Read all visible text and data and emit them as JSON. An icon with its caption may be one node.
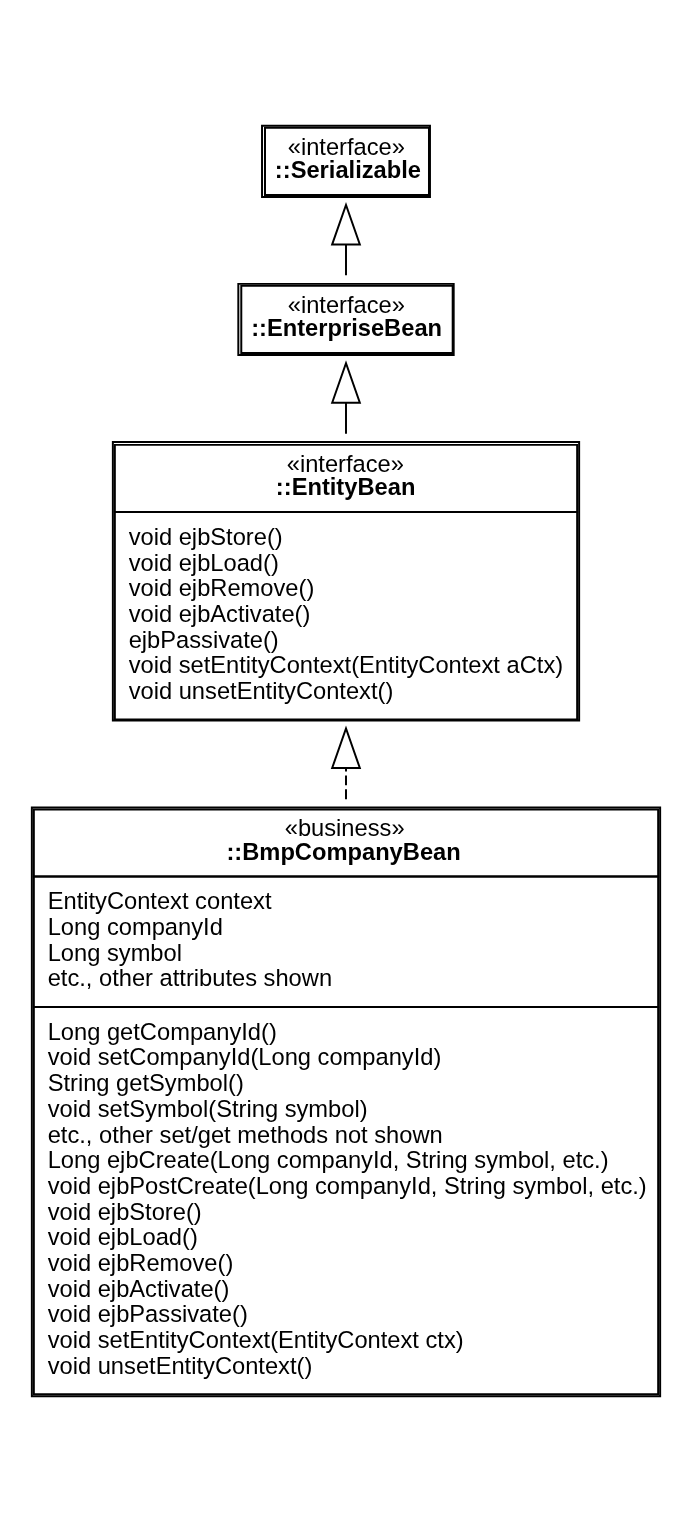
{
  "diagram": {
    "nodes": [
      {
        "text": [
          "«interface»",
          "::Serializable"
        ]
      },
      {
        "text": [
          "«interface»",
          "::EnterpriseBean"
        ]
      },
      {
        "text": [
          "«interface»",
          "::EntityBean",
          "void ejbStore()",
          "void ejbLoad()",
          "void ejbRemove()",
          "void ejbActivate()",
          "ejbPassivate()",
          "void setEntityContext(EntityContext aCtx)",
          "void unsetEntityContext()"
        ]
      },
      {
        "text": [
          "«business»",
          "::BmpCompanyBean",
          "EntityContext context",
          "Long companyId",
          "Long symbol",
          "etc., other attributes shown",
          "Long getCompanyId()",
          "void setCompanyId(Long companyId)",
          "String getSymbol()",
          "void setSymbol(String symbol)",
          "etc., other set/get methods not shown",
          "Long ejbCreate(Long companyId, String symbol, etc.)",
          "void ejbPostCreate(Long companyId, String symbol, etc.)",
          "void ejbStore()",
          "void ejbLoad()",
          "void ejbRemove()",
          "void ejbActivate()",
          "void ejbPassivate()",
          "void setEntityContext(EntityContext ctx)",
          "void unsetEntityContext()"
        ]
      }
    ],
    "edges": [
      {
        "from": 1,
        "to": 0,
        "arrow": "to"
      },
      {
        "from": 2,
        "to": 1,
        "arrow": "to"
      },
      {
        "from": 3,
        "to": 2,
        "arrow": "to",
        "style": "dashed"
      }
    ]
  }
}
